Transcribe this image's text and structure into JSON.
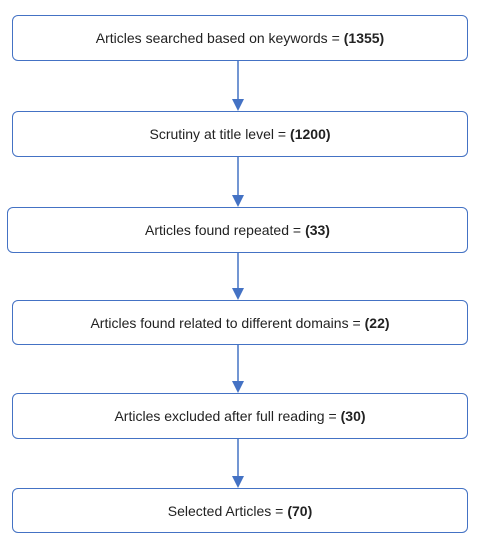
{
  "flowchart": {
    "steps": [
      {
        "label": "Articles searched based on keywords =",
        "count": "(1355)"
      },
      {
        "label": "Scrutiny at title level =",
        "count": "(1200)"
      },
      {
        "label": "Articles found repeated =",
        "count": "(33)"
      },
      {
        "label": "Articles found related to different domains =",
        "count": "(22)"
      },
      {
        "label": "Articles excluded after full reading =",
        "count": "(30)"
      },
      {
        "label": "Selected Articles =",
        "count": "(70)"
      }
    ],
    "colors": {
      "border": "#4472c4",
      "arrow": "#4472c4",
      "text": "#222222"
    }
  }
}
